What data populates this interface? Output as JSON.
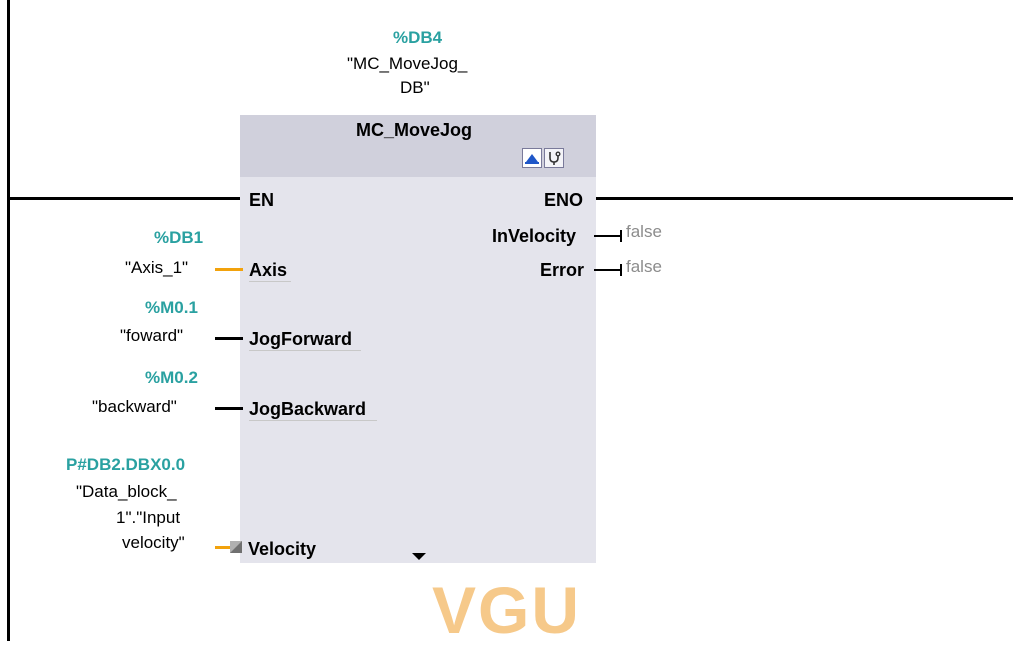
{
  "instance": {
    "address": "%DB4",
    "name_line1": "\"MC_MoveJog_",
    "name_line2": "DB\""
  },
  "block": {
    "title": "MC_MoveJog",
    "icons": [
      "block-view-icon",
      "diagnostics-icon"
    ],
    "expand_icon": "chevron-down-icon"
  },
  "inputs": {
    "en": "EN",
    "axis": {
      "pin": "Axis",
      "address": "%DB1",
      "tag": "\"Axis_1\""
    },
    "jog_forward": {
      "pin": "JogForward",
      "address": "%M0.1",
      "tag": "\"foward\""
    },
    "jog_backward": {
      "pin": "JogBackward",
      "address": "%M0.2",
      "tag": "\"backward\""
    },
    "velocity": {
      "pin": "Velocity",
      "address": "P#DB2.DBX0.0",
      "tag_line1": "\"Data_block_",
      "tag_line2": "1\".\"Input",
      "tag_line3": "velocity\""
    }
  },
  "outputs": {
    "eno": "ENO",
    "in_velocity": {
      "pin": "InVelocity",
      "value": "false"
    },
    "error": {
      "pin": "Error",
      "value": "false"
    }
  },
  "watermark": "VGU",
  "colors": {
    "address": "#2aa1a1",
    "connector_orange": "#f2a20c",
    "block_body": "#e4e4ec",
    "block_header": "#d0d0dc",
    "return_value": "#8c8c8c",
    "watermark": "#f6c98a"
  }
}
